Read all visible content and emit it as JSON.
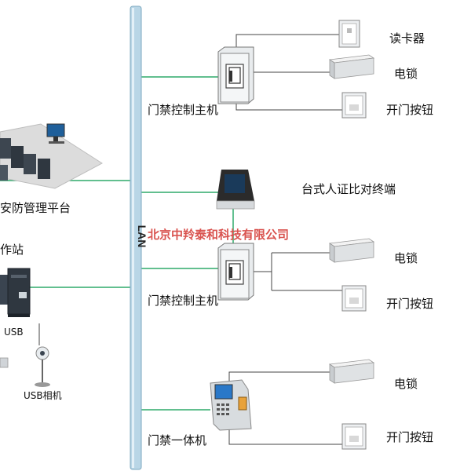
{
  "bus_label": "LAN",
  "watermark": "北京中羚泰和科技有限公司",
  "labels": {
    "card_reader": "读卡器",
    "lock_1": "电锁",
    "button_1": "开门按钮",
    "terminal": "台式人证比对终端",
    "controller_1": "门禁控制主机",
    "platform": "安防管理平台",
    "workstation": "作站",
    "lock_2": "电锁",
    "button_2": "开门按钮",
    "controller_2": "门禁控制主机",
    "usb": "USB",
    "usb_camera": "USB相机",
    "lock_3": "电锁",
    "button_3": "开门按钮",
    "all_in_one": "门禁一体机"
  },
  "colors": {
    "lan_line": "#2eaa6a",
    "device_line": "#444444",
    "bus_fill": "#b9d6e6",
    "bus_edge": "#7ea9c0",
    "watermark": "#d9534f"
  },
  "icons": [
    "controller-icon",
    "card-reader-icon",
    "electric-lock-icon",
    "exit-button-icon",
    "terminal-icon",
    "server-cluster-icon",
    "workstation-icon",
    "usb-camera-icon",
    "access-all-in-one-icon"
  ]
}
